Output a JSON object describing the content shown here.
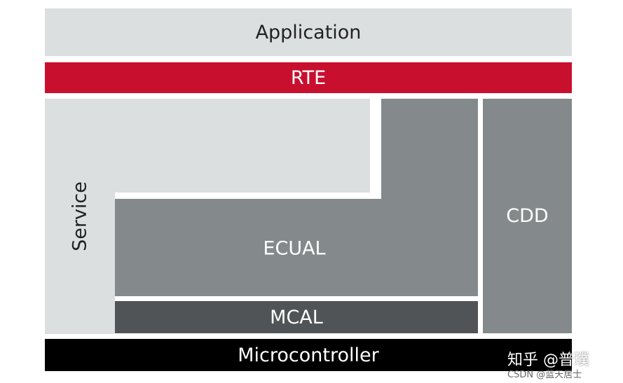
{
  "colors": {
    "application": "#dcdfe0",
    "rte": "#c8102e",
    "service": "#dcdfe0",
    "ecual": "#848a8c",
    "mcal": "#505457",
    "cdd": "#848a8c",
    "microcontroller": "#000000",
    "dark_text": "#222222",
    "light_text": "#ffffff"
  },
  "layers": {
    "application": "Application",
    "rte": "RTE",
    "service": "Service",
    "ecual": "ECUAL",
    "mcal": "MCAL",
    "cdd": "CDD",
    "microcontroller": "Microcontroller"
  },
  "watermark": {
    "main": "知乎 @普璞",
    "sub": "CSDN @蓝天居士"
  }
}
